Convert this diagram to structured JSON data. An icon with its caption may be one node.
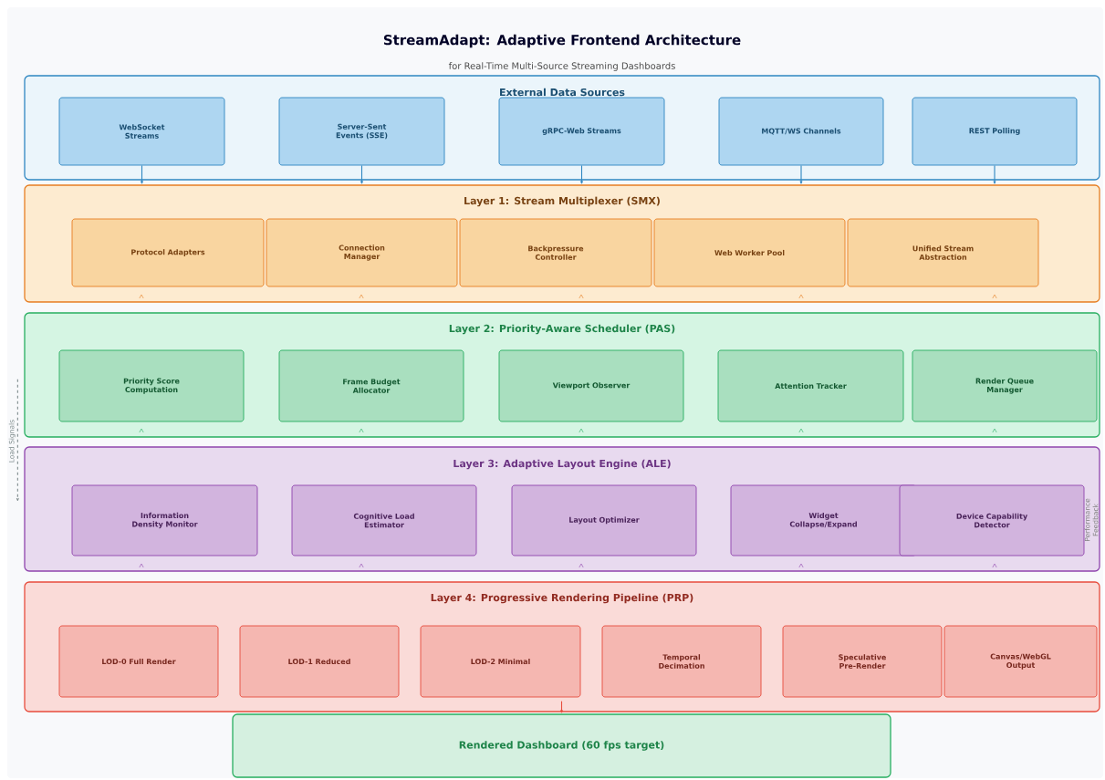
{
  "diagram": {
    "title": "StreamAdapt: Adaptive Frontend Architecture",
    "caption": "for Real-Time Multi-Source Streaming Dashboards",
    "nodes": [
      {
        "text": [
          "External Data Sources"
        ]
      },
      {
        "text": [
          "WebSocket Streams"
        ],
        "in": 0
      },
      {
        "text": [
          "Server-Sent Events (SSE)"
        ],
        "in": 0
      },
      {
        "text": [
          "gRPC-Web Streams"
        ],
        "in": 0
      },
      {
        "text": [
          "MQTT/WS Channels"
        ],
        "in": 0
      },
      {
        "text": [
          "REST Polling"
        ],
        "in": 0
      },
      {
        "text": [
          "Layer 1: Stream Multiplexer (SMX)"
        ]
      },
      {
        "text": [
          "Protocol Adapters"
        ],
        "in": 6
      },
      {
        "text": [
          "Connection Manager"
        ],
        "in": 6
      },
      {
        "text": [
          "Backpressure Controller"
        ],
        "in": 6
      },
      {
        "text": [
          "Web Worker Pool"
        ],
        "in": 6
      },
      {
        "text": [
          "Unified Stream Abstraction"
        ],
        "in": 6
      },
      {
        "text": [
          "Layer 2: Priority-Aware Scheduler (PAS)"
        ]
      },
      {
        "text": [
          "Priority Score Computation"
        ],
        "in": 12
      },
      {
        "text": [
          "Frame Budget Allocator"
        ],
        "in": 12
      },
      {
        "text": [
          "Viewport Observer"
        ],
        "in": 12
      },
      {
        "text": [
          "Attention Tracker"
        ],
        "in": 12
      },
      {
        "text": [
          "Render Queue Manager"
        ],
        "in": 12
      },
      {
        "text": [
          "Layer 3: Adaptive Layout Engine (ALE)"
        ]
      },
      {
        "text": [
          "Information Density Monitor"
        ],
        "in": 18
      },
      {
        "text": [
          "Cognitive Load Estimator"
        ],
        "in": 18
      },
      {
        "text": [
          "Layout Optimizer"
        ],
        "in": 18
      },
      {
        "text": [
          "Widget Collapse/Expand"
        ],
        "in": 18
      },
      {
        "text": [
          "Device Capability Detector"
        ],
        "in": 18
      },
      {
        "text": [
          "Layer 4: Progressive Rendering Pipeline (PRP)"
        ]
      },
      {
        "text": [
          "LOD-0 Full Render"
        ],
        "in": 24
      },
      {
        "text": [
          "LOD-1 Reduced"
        ],
        "in": 24
      },
      {
        "text": [
          "LOD-2 Minimal"
        ],
        "in": 24
      },
      {
        "text": [
          "Temporal Decimation"
        ],
        "in": 24
      },
      {
        "text": [
          "Speculative Pre-Render"
        ],
        "in": 24
      },
      {
        "text": [
          "Canvas/WebGL Output"
        ],
        "in": 24
      },
      {
        "text": [
          "Rendered Dashboard (60 fps target)"
        ]
      }
    ],
    "edges": [
      {
        "from": 1,
        "to": 6,
        "arrow": "to"
      },
      {
        "from": 2,
        "to": 6,
        "arrow": "to"
      },
      {
        "from": 3,
        "to": 6,
        "arrow": "to"
      },
      {
        "from": 4,
        "to": 6,
        "arrow": "to"
      },
      {
        "from": 5,
        "to": 6,
        "arrow": "to"
      },
      {
        "from": 24,
        "to": 31,
        "arrow": "to",
        "color": "#e74c3c"
      },
      {
        "from": 12,
        "to": 18,
        "arrow": "to",
        "label": "Load Signals",
        "style": "dashed",
        "color": "#7f8c8d"
      }
    ],
    "labels": [
      "Performance Feedback"
    ]
  }
}
